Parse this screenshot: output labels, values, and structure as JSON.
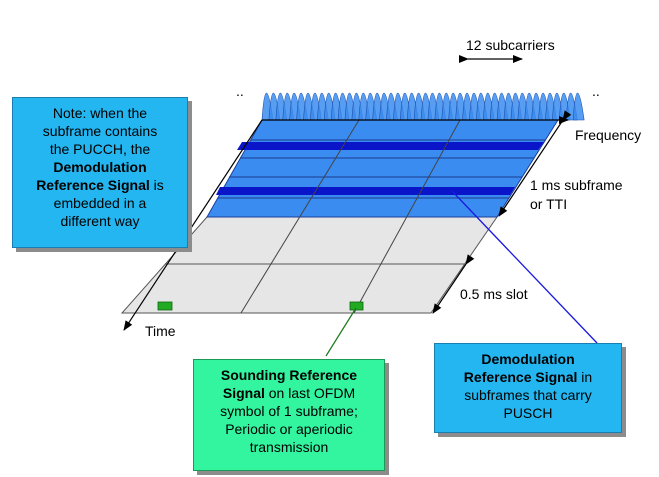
{
  "labels": {
    "subcarriers": "12 subcarriers",
    "frequency": "Frequency",
    "subframe_line1": "1 ms subframe",
    "subframe_line2": "or TTI",
    "slot": "0.5 ms slot",
    "time": "Time",
    "ellipsis_left": "..",
    "ellipsis_right": ".."
  },
  "note": {
    "line1": "Note: when the",
    "line2": "subframe contains",
    "line3": "the PUCCH, the",
    "bold1": "Demodulation",
    "bold2": "Reference Signal",
    "after_bold": " is",
    "line6": "embedded in a",
    "line7": "different way"
  },
  "srs": {
    "bold1": "Sounding Reference",
    "bold2": "Signal",
    "after_bold": " on last OFDM",
    "line3": "symbol of 1 subframe;",
    "line4": "Periodic or aperiodic",
    "line5": "transmission"
  },
  "dmrs": {
    "bold1": "Demodulation",
    "bold2": "Reference Signal",
    "after_bold": " in",
    "line3": "subframes that carry",
    "line4": "PUSCH"
  },
  "colors": {
    "note_box": "#24b6f0",
    "srs_box": "#33f5a0",
    "dmrs_box": "#24b6f0",
    "resource_blue": "#3a8cf0",
    "dmrs_band": "#0a14c8",
    "grid_gray": "#e6e6e6",
    "srs_marker": "#22aa22",
    "pointer_line": "#1a1ae0"
  }
}
